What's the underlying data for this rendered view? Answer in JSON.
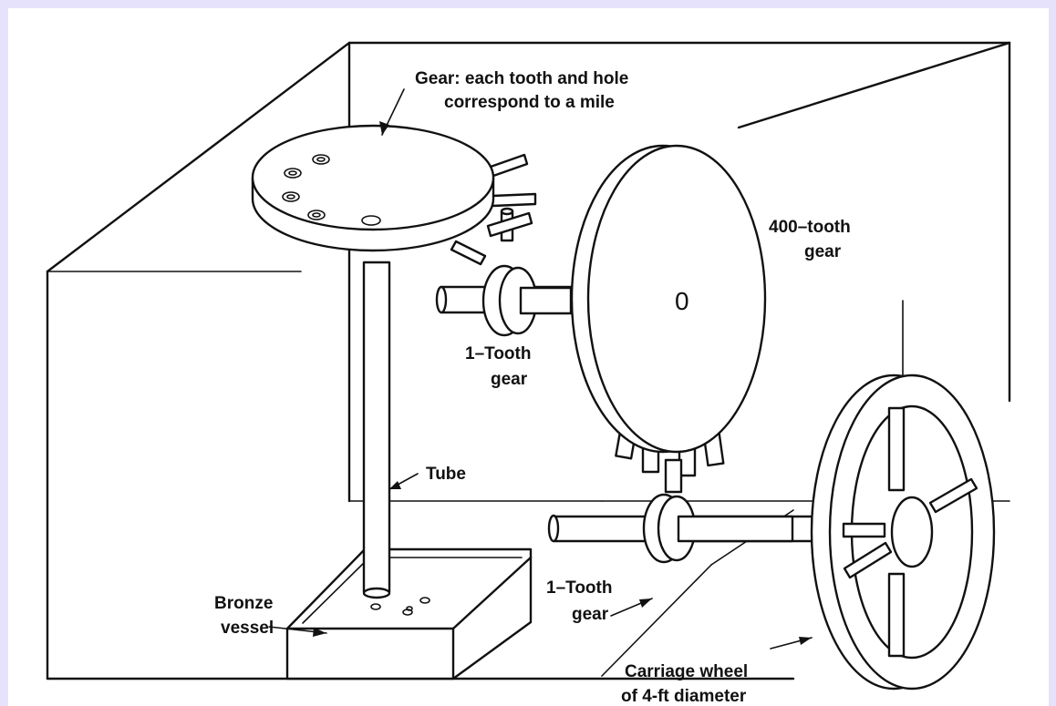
{
  "labels": {
    "gear_line1": "Gear: each tooth and hole",
    "gear_line2": "correspond to a mile",
    "gear400_line1": "400–tooth",
    "gear400_line2": "gear",
    "center_mark": "0",
    "onetooth_upper_line1": "1–Tooth",
    "onetooth_upper_line2": "gear",
    "tube": "Tube",
    "bronze_line1": "Bronze",
    "bronze_line2": "vessel",
    "onetooth_lower_line1": "1–Tooth",
    "onetooth_lower_line2": "gear",
    "wheel_line1": "Carriage wheel",
    "wheel_line2": "of 4-ft diameter"
  }
}
